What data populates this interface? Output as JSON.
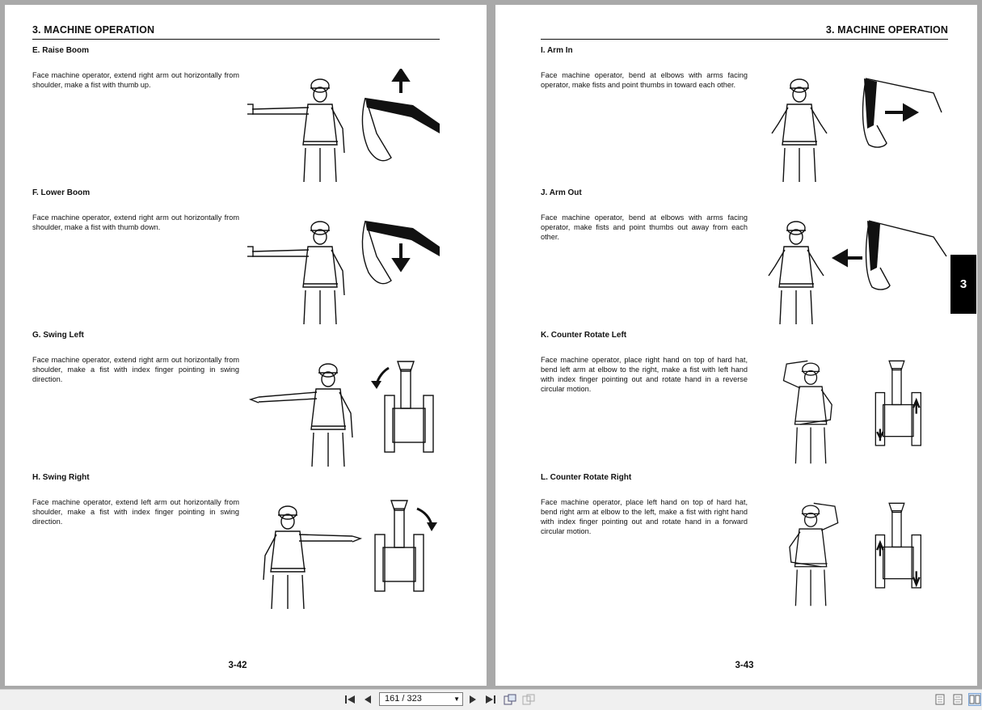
{
  "chapter_header": "3.  MACHINE OPERATION",
  "chapter_tab": "3",
  "left_page": {
    "page_number": "3-42",
    "sections": [
      {
        "title": "E. Raise Boom",
        "text": "Face machine operator, extend right arm out horizontally from shoulder, make a fist with thumb up."
      },
      {
        "title": "F. Lower Boom",
        "text": "Face machine operator, extend right arm out horizontally from shoulder, make a fist with thumb down."
      },
      {
        "title": "G. Swing Left",
        "text": "Face machine operator, extend right arm out horizontally from shoulder, make a fist with index finger pointing in swing direction."
      },
      {
        "title": "H. Swing Right",
        "text": "Face machine operator, extend left arm out horizontally from shoulder, make a fist with index finger pointing in swing direction."
      }
    ]
  },
  "right_page": {
    "page_number": "3-43",
    "sections": [
      {
        "title": "I. Arm In",
        "text": "Face machine operator, bend at elbows with arms facing operator, make fists and point thumbs in toward each other."
      },
      {
        "title": "J. Arm Out",
        "text": "Face machine operator, bend at elbows with arms facing operator, make fists and point thumbs out away from each other."
      },
      {
        "title": "K. Counter Rotate Left",
        "text": "Face machine operator, place right hand on top of hard hat, bend left arm at elbow to the right, make a fist with left hand with index finger pointing out and rotate hand in a reverse circular motion."
      },
      {
        "title": "L. Counter Rotate Right",
        "text": "Face machine operator, place left hand on top of hard hat, bend right arm at elbow to the left, make a fist with right hand with index finger pointing out and rotate hand in a forward circular motion."
      }
    ]
  },
  "toolbar": {
    "page_indicator": "161 / 323",
    "icons": [
      "first-page-icon",
      "previous-page-icon",
      "next-page-icon",
      "last-page-icon",
      "rotate-icon",
      "fit-icon",
      "single-page-view-icon",
      "continuous-view-icon",
      "two-page-view-icon"
    ]
  },
  "colors": {
    "background": "#a9a9a9",
    "page": "#ffffff",
    "toolbar": "#f0f0f0",
    "tab": "#000000"
  }
}
